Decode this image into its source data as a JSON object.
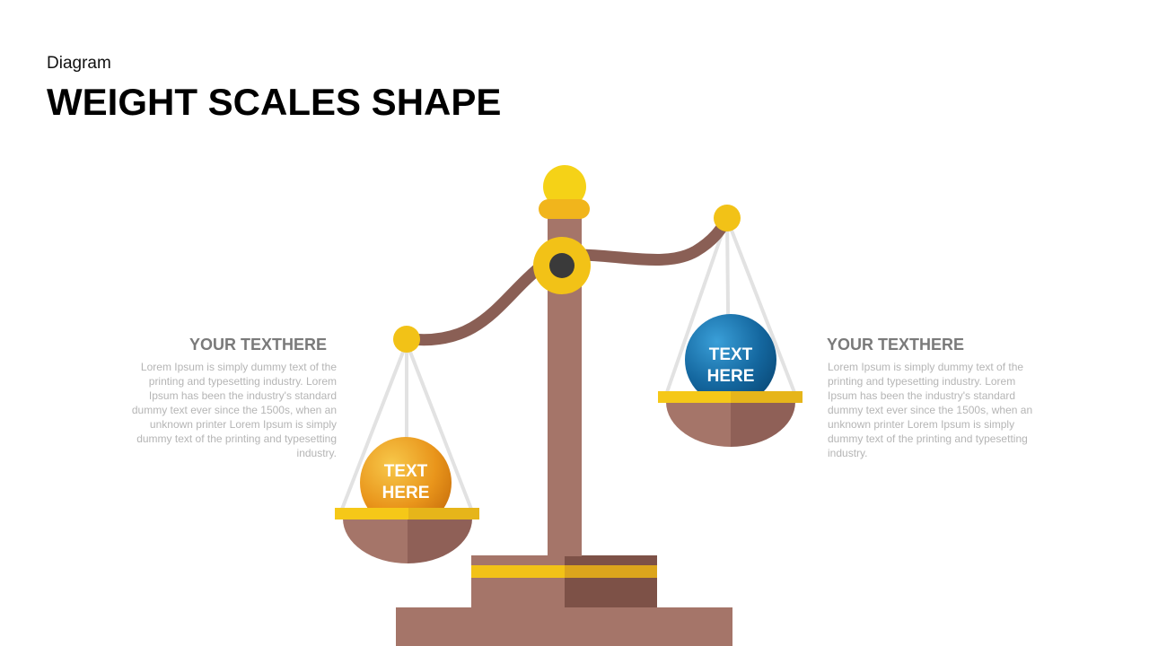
{
  "header": {
    "subtitle": "Diagram",
    "title": "WEIGHT SCALES SHAPE"
  },
  "left_block": {
    "heading": "YOUR TEXTHERE",
    "body": "Lorem Ipsum is simply dummy text of the printing and typesetting industry. Lorem Ipsum has been the industry's standard dummy text ever since the 1500s, when an unknown printer Lorem Ipsum is simply dummy text of the printing and typesetting industry."
  },
  "right_block": {
    "heading": "YOUR TEXTHERE",
    "body": "Lorem Ipsum is simply dummy text of the printing and typesetting industry. Lorem Ipsum has been the industry's standard dummy text ever since the 1500s, when an unknown printer Lorem Ipsum is simply dummy text of the printing and typesetting industry."
  },
  "left_ball": {
    "line1": "TEXT",
    "line2": "HERE"
  },
  "right_ball": {
    "line1": "TEXT",
    "line2": "HERE"
  },
  "colors": {
    "brown": "#a57569",
    "brown_dark": "#8f6057",
    "beam": "#8a5f55",
    "gold": "#f2c217",
    "gold_dark": "#e0a70f",
    "orange_ball": "#f0a11e",
    "blue_ball": "#1a7bb9",
    "chain": "#e2e2e2"
  }
}
